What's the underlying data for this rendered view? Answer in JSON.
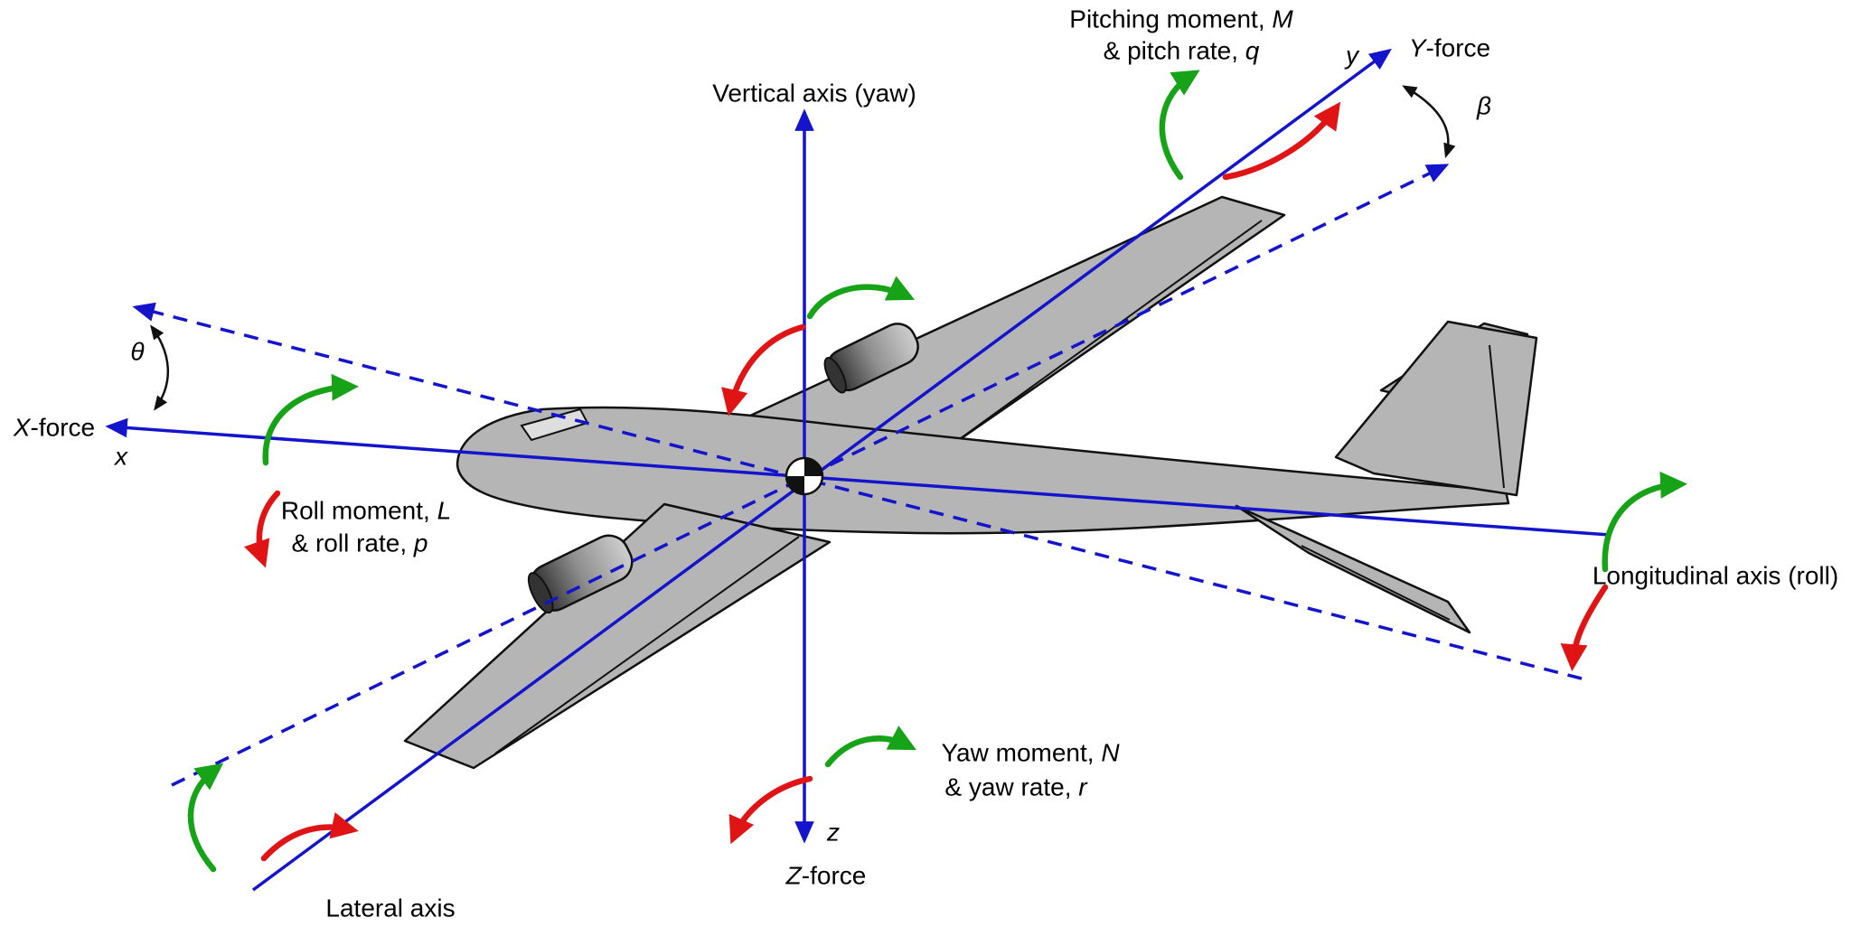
{
  "colors": {
    "axis_blue": "#1414cc",
    "positive_green": "#17a317",
    "negative_red": "#e01414",
    "aircraft_gray": "#b5b5b5"
  },
  "labels": {
    "pitching_moment": {
      "line1_prefix": "Pitching moment, ",
      "line1_var": "M",
      "line2_prefix": "& pitch rate, ",
      "line2_var": "q"
    },
    "y_axis_letter": "y",
    "y_force": {
      "var": "Y",
      "suffix": "-force"
    },
    "beta": "β",
    "vertical_axis": "Vertical axis (yaw)",
    "theta": "θ",
    "x_force": {
      "var": "X",
      "suffix": "-force"
    },
    "x_axis_letter": "x",
    "roll_moment": {
      "line1_prefix": "Roll moment, ",
      "line1_var": "L",
      "line2_prefix": "& roll rate, ",
      "line2_var": "p"
    },
    "longitudinal_axis": "Longitudinal axis (roll)",
    "yaw_moment": {
      "line1_prefix": "Yaw moment, ",
      "line1_var": "N",
      "line2_prefix": "& yaw rate, ",
      "line2_var": "r"
    },
    "z_axis_letter": "z",
    "z_force": {
      "var": "Z",
      "suffix": "-force"
    },
    "lateral_axis": "Lateral axis"
  }
}
